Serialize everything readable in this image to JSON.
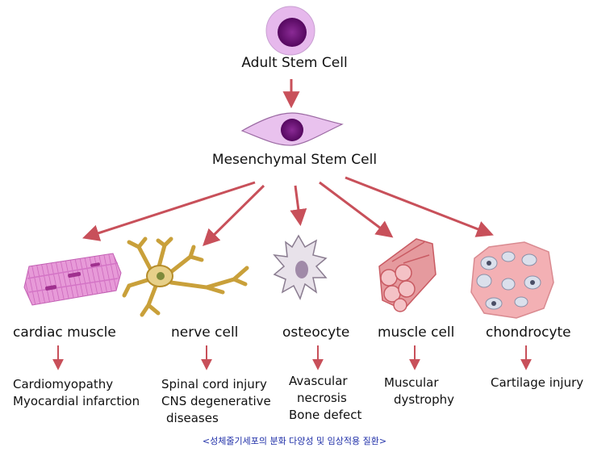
{
  "top": {
    "title": "Adult Stem Cell"
  },
  "middle": {
    "title": "Mesenchymal Stem Cell"
  },
  "cells": [
    {
      "id": "cardiac",
      "label": "cardiac muscle",
      "diseases": [
        "Cardiomyopathy",
        "Myocardial infarction"
      ]
    },
    {
      "id": "nerve",
      "label": "nerve cell",
      "diseases": [
        "Spinal cord injury",
        "CNS degenerative",
        "diseases"
      ]
    },
    {
      "id": "osteocyte",
      "label": "osteocyte",
      "diseases": [
        "Avascular",
        "necrosis",
        "Bone defect"
      ]
    },
    {
      "id": "muscle",
      "label": "muscle cell",
      "diseases": [
        "Muscular",
        "dystrophy"
      ]
    },
    {
      "id": "chondrocyte",
      "label": "chondrocyte",
      "diseases": [
        "Cartilage injury"
      ]
    }
  ],
  "caption": "<성체줄기세포의 분화 다양성 및 임상적용 질환>",
  "colors": {
    "arrow": "#c8505a",
    "stem_cell_outer": "#e6b8ec",
    "nucleus": "#6a0f74",
    "caption": "#1f2fa8"
  }
}
